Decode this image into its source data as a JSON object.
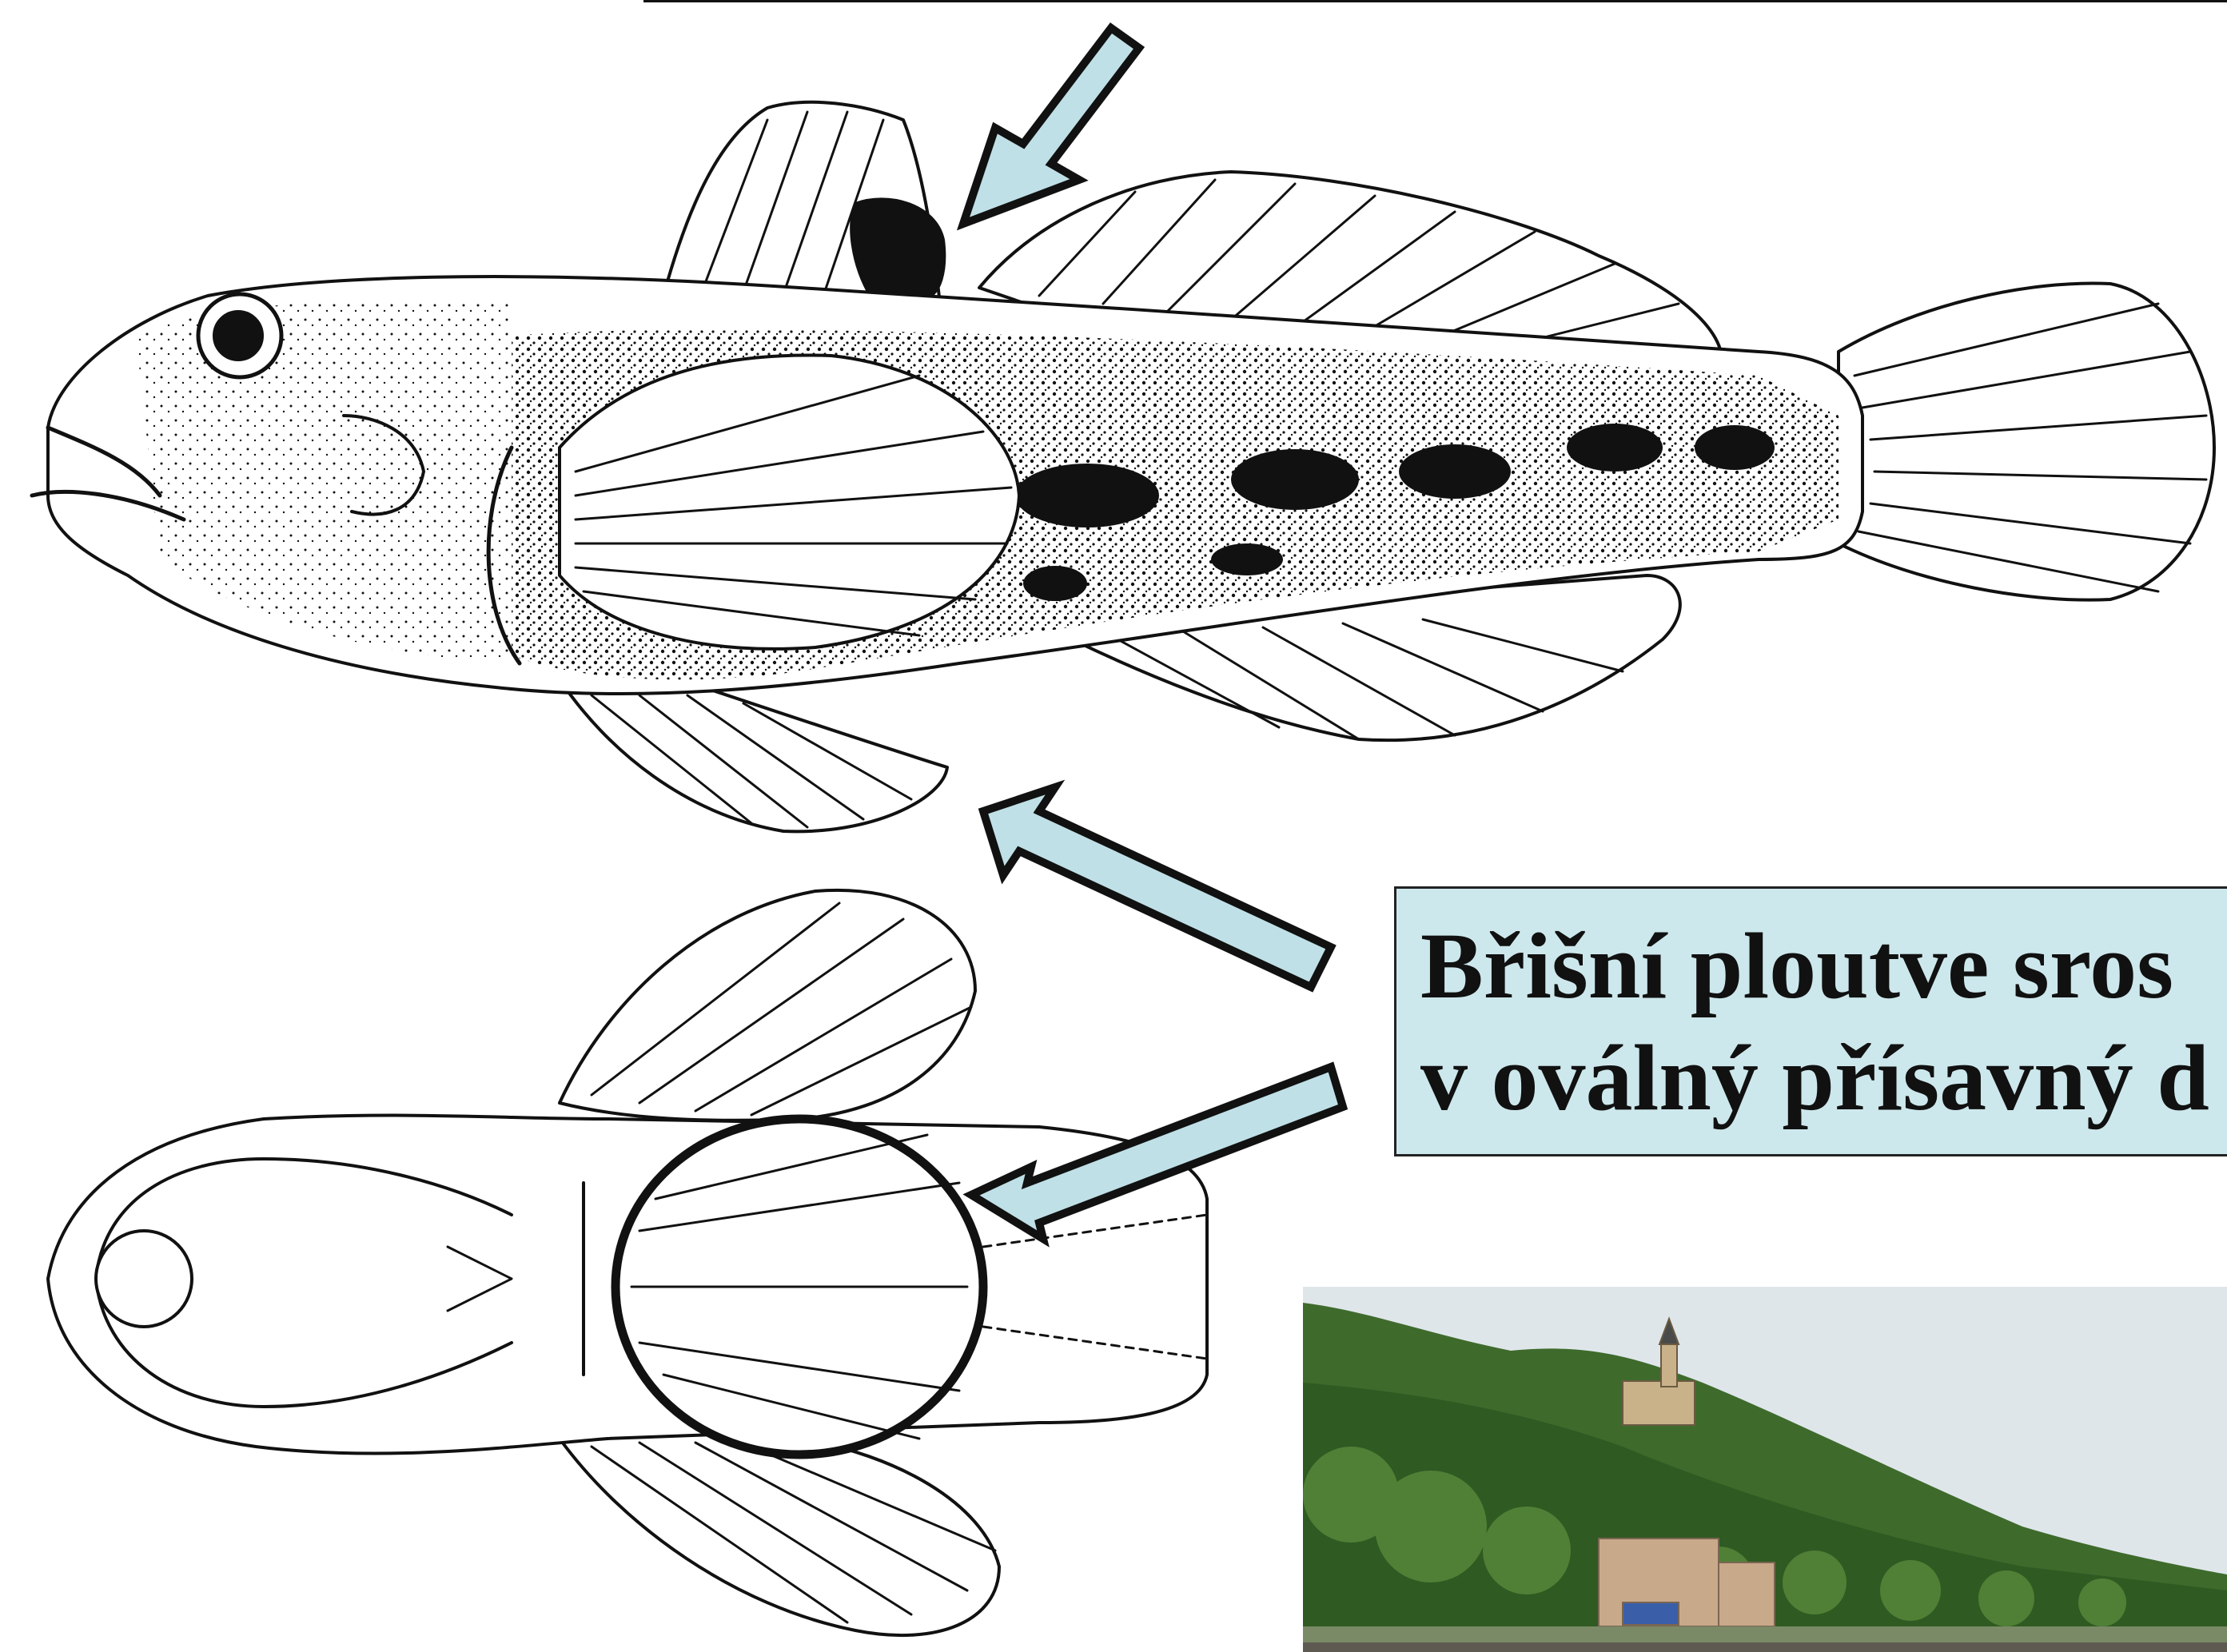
{
  "callout": {
    "line1": "Břišní ploutve sros",
    "line2": "v oválný přísavný d"
  },
  "colors": {
    "callout_bg": "#cde8ec",
    "arrow_fill": "#bfe0e6",
    "ink": "#111111"
  },
  "icons": [
    "arrow-dorsal-spot",
    "arrow-pelvic-side",
    "arrow-pelvic-sucker"
  ]
}
